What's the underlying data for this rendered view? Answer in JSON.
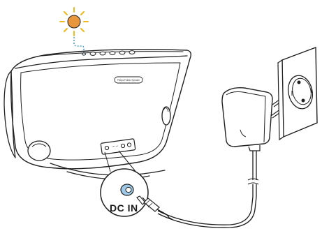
{
  "diagram": {
    "port_label": "DC IN",
    "speaker_brand_text": "Philips Fidelio Speaker",
    "colors": {
      "sun_fill": "#e8963c",
      "sun_rays": "#f2b81a",
      "indicator_dots": "#2a8fce",
      "line": "#1f1f1f",
      "port_fill": "#9ec9e8"
    },
    "icons": [
      "sun-icon",
      "speaker",
      "power-adapter",
      "wall-socket",
      "dc-plug"
    ]
  }
}
